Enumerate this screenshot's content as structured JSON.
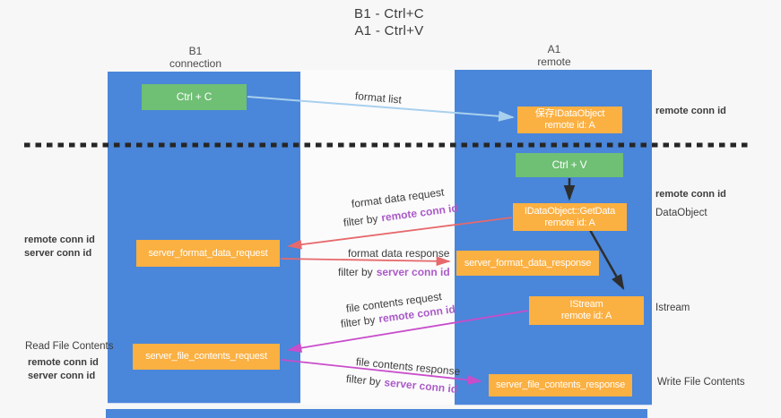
{
  "title": {
    "line1": "B1 - Ctrl+C",
    "line2": "A1 - Ctrl+V"
  },
  "lanes": {
    "left": {
      "name": "B1",
      "role": "connection"
    },
    "right": {
      "name": "A1",
      "role": "remote"
    }
  },
  "nodes": {
    "ctrl_c": {
      "label": "Ctrl + C"
    },
    "ctrl_v": {
      "label": "Ctrl + V"
    },
    "save_idataobject": {
      "line1": "保存IDataObject",
      "line2": "remote id: A"
    },
    "getdata": {
      "line1": "IDataObject::GetData",
      "line2": "remote id: A"
    },
    "istream": {
      "line1": "IStream",
      "line2": "remote id: A"
    },
    "server_format_data_request": {
      "label": "server_format_data_request"
    },
    "server_format_data_response": {
      "label": "server_format_data_response"
    },
    "server_file_contents_request": {
      "label": "server_file_contents_request"
    },
    "server_file_contents_response": {
      "label": "server_file_contents_response"
    }
  },
  "edges": {
    "format_list": "format list",
    "format_data_request": "format data request",
    "format_data_response": "format data response",
    "file_contents_request": "file contents request",
    "file_contents_response": "file contents response",
    "filter_by": "filter by",
    "remote_conn_id": "remote conn id",
    "server_conn_id": "server conn id"
  },
  "annotations": {
    "right": {
      "remote_conn_id_top": "remote conn id",
      "remote_conn_id_mid": "remote conn id",
      "dataobject": "DataObject",
      "istream": "Istream",
      "write_file_contents": "Write File Contents"
    },
    "left": {
      "remote_conn_id_mid": "remote conn id",
      "server_conn_id_mid": "server conn id",
      "read_file_contents": "Read File Contents",
      "remote_conn_id_bottom": "remote conn id",
      "server_conn_id_bottom": "server conn id"
    }
  },
  "colors": {
    "lane_blue": "#4a86d9",
    "box_green": "#6fbf74",
    "box_orange": "#fbb042",
    "text_purple": "#ab5bc8",
    "text_green": "#5fba68",
    "arrow_red": "#e7696c",
    "arrow_magenta": "#c94dcb",
    "arrow_lightblue": "#a8d0ee",
    "arrow_black": "#2d2d2d",
    "dashed_line": "#262626"
  }
}
